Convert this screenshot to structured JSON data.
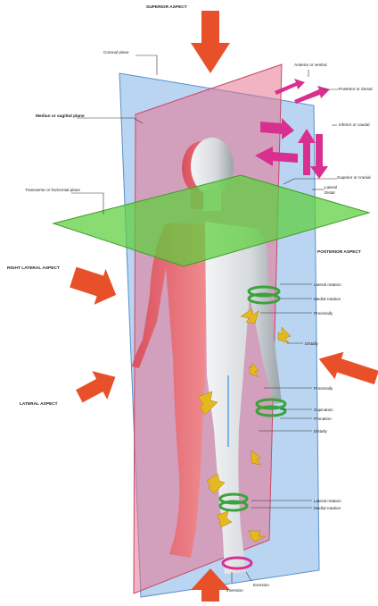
{
  "diagram": {
    "aspects": {
      "superior": "SUPERIOR ASPECT",
      "right_lateral": "RIGHT LATERAL ASPECT",
      "posterior": "POSTERIOR ASPECT",
      "lateral": "LATERAL ASPECT"
    },
    "planes": {
      "coronal": "Coronal plane",
      "median": "Median or sagittal plane",
      "transverse": "Transverse or horizontal plane"
    },
    "directions": {
      "anterior": "Anterior or ventral",
      "posterior": "Posterior or dorsal",
      "inferior": "Inferior or caudal",
      "superior": "Superior or cranial",
      "lateral": "Lateral",
      "distal": "Distal"
    },
    "movements": {
      "lateral_rotation_1": "Lateral rotation",
      "medial_rotation_1": "Medial rotation",
      "proximally_1": "Proximally",
      "distally_1": "Distally",
      "proximally_2": "Proximally",
      "supination": "Supination",
      "pronation": "Pronation",
      "distally_2": "Distally",
      "lateral_rotation_2": "Lateral rotation",
      "medial_rotation_2": "Medial rotation",
      "eversion": "Eversion",
      "inversion": "Inversion"
    },
    "colors": {
      "coronal_plane": "#7fb2e6",
      "sagittal_plane": "#e8758f",
      "transverse_plane": "#5ccf3a",
      "aspect_arrow": "#e8502a",
      "direction_arrow": "#d9308f",
      "movement_arrow": "#e6b820",
      "rotation_ring": "#3aa33a",
      "body": "#d9dde0"
    }
  }
}
